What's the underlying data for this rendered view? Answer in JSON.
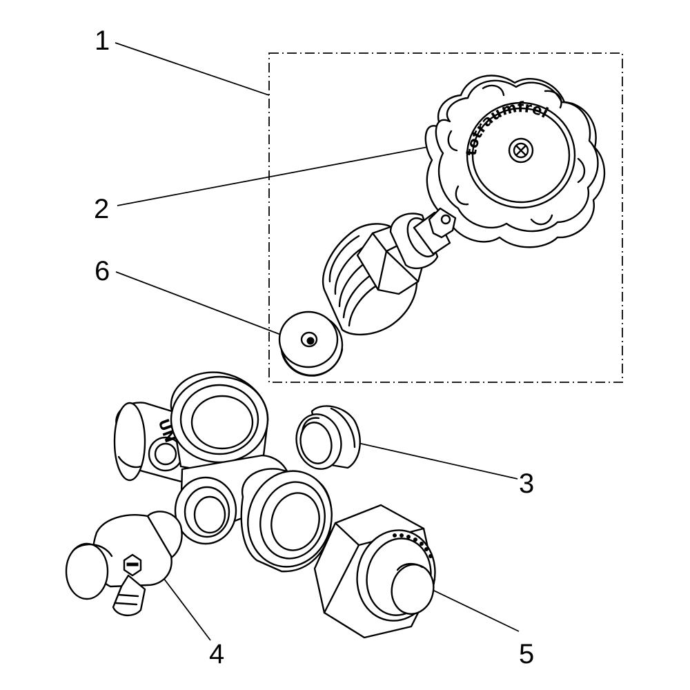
{
  "callouts": [
    {
      "id": "1",
      "label": "1",
      "points_to": "valve-insert-assembly-group"
    },
    {
      "id": "2",
      "label": "2",
      "points_to": "handwheel"
    },
    {
      "id": "3",
      "label": "3",
      "points_to": "plug"
    },
    {
      "id": "4",
      "label": "4",
      "points_to": "drain-valve"
    },
    {
      "id": "5",
      "label": "5",
      "points_to": "compression-fitting"
    },
    {
      "id": "6",
      "label": "6",
      "points_to": "sealing-washer"
    }
  ],
  "handwheel_text": "totraumfrei",
  "body_marking": "UN",
  "colors": {
    "line": "#000000",
    "fill": "#ffffff",
    "background": "#ffffff"
  }
}
